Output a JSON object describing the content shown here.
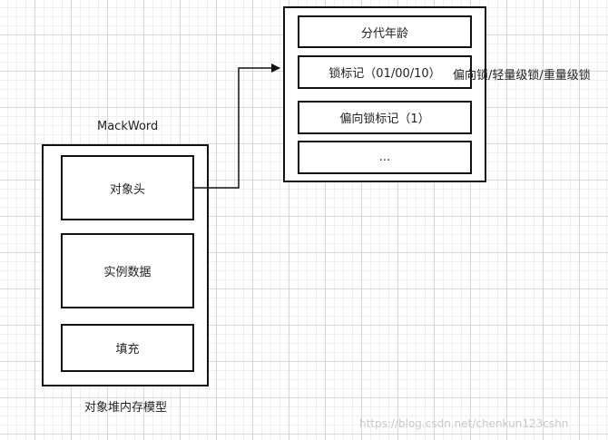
{
  "left_model": {
    "title": "MackWord",
    "caption": "对象堆内存模型",
    "sections": [
      "对象头",
      "实例数据",
      "填充"
    ]
  },
  "right_model": {
    "rows": [
      "分代年龄",
      "锁标记（01/00/10）",
      "偏向锁标记（1）",
      "..."
    ],
    "lock_annotation": "偏向锁/轻量级锁/重量级锁"
  },
  "watermark": "https://blog.csdn.net/chenkun123cshn"
}
